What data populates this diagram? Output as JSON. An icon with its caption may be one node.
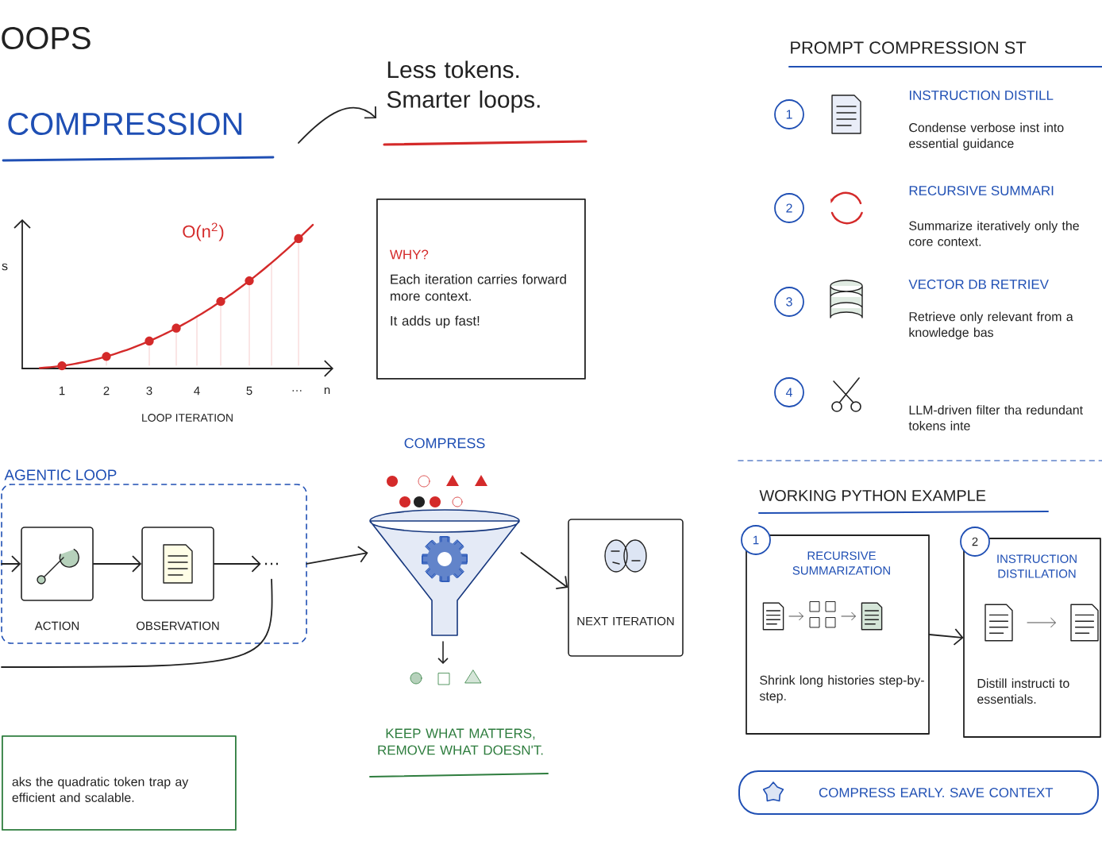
{
  "diagram": {
    "nodes": [
      {
        "text": [
          "Less tokens. Smarter loops."
        ]
      },
      {
        "text": [
          "WHY?",
          "Each iteration carries forward more context.",
          "It adds up fast!"
        ]
      },
      {
        "text": [
          "AGENTIC LOOP"
        ]
      },
      {
        "text": [
          "ACTION"
        ],
        "in": 2
      },
      {
        "text": [
          "OBSERVATION"
        ],
        "in": 2
      },
      {
        "text": [
          "…"
        ],
        "in": 2
      },
      {
        "text": [],
        "shape": "picture"
      },
      {
        "text": [
          "NEXT ITERATION"
        ]
      },
      {
        "text": [
          "aks the quadratic token trap ay efficient and scalable."
        ]
      },
      {
        "text": [
          "RECURSIVE SUMMARIZATION",
          "Shrink long histories step-by-step."
        ]
      },
      {
        "text": [
          "INSTRUCTION DISTILLATION",
          "Distill instructi to essentials."
        ]
      },
      {
        "text": [
          "COMPRESS EARLY. SAVE CONTEXT"
        ]
      }
    ],
    "edges": [
      {
        "from": null,
        "to": 0,
        "arrow": "to"
      },
      {
        "from": null,
        "to": 3,
        "arrow": "to"
      },
      {
        "from": 3,
        "to": 4,
        "arrow": "to"
      },
      {
        "from": 4,
        "to": 5,
        "arrow": "to"
      },
      {
        "from": 5,
        "to": null,
        "arrow": "none"
      },
      {
        "from": 2,
        "to": 6,
        "arrow": "to"
      },
      {
        "from": 6,
        "to": 7,
        "arrow": "to"
      },
      {
        "from": 9,
        "to": 10,
        "arrow": "to"
      }
    ],
    "labels": [
      "OOPS",
      "COMPRESSION",
      "O(n$^{2}$)",
      "s",
      "1",
      "2",
      "3",
      "4",
      "5",
      "…",
      "n",
      "LOOP ITERATION",
      "COMPRESS",
      "KEEP WHAT MATTERS, REMOVE WHAT DOESN'T.",
      "PROMPT COMPRESSION ST",
      "1",
      "INSTRUCTION DISTILL",
      "Condense verbose inst into essential guidance",
      "2",
      "RECURSIVE SUMMARI",
      "Summarize iteratively only the core context.",
      "3",
      "VECTOR DB RETRIEV",
      "Retrieve only relevant from a knowledge bas",
      "4",
      "LLM-driven filter tha redundant tokens inte",
      "WORKING PYTHON EXAMPLE",
      "1",
      "2"
    ]
  }
}
